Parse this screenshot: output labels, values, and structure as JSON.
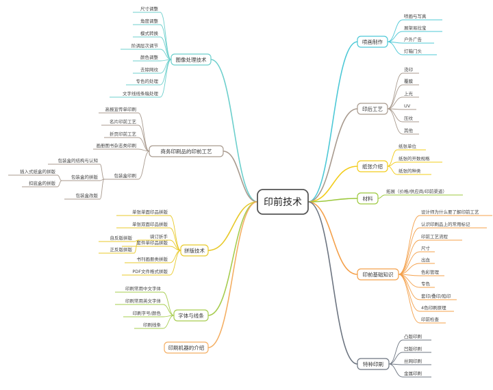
{
  "mindmap": {
    "central": "印前技术",
    "branches": [
      {
        "key": "tuxiang",
        "label": "图像处理技术",
        "color": "#6ccfcc",
        "items": [
          "尺寸调整",
          "角度调整",
          "模式转换",
          "阶调层次调节",
          "颜色调整",
          "去除网纹",
          "专色的处理",
          "文字线线条稿处理"
        ]
      },
      {
        "key": "shangwu",
        "label": "商务印刷品的印前工艺",
        "color": "#a89a8e",
        "items": [
          "高报宣传单印刷",
          "名片印前工艺",
          "折页印前工艺",
          "画册图书杂志类印刷",
          "包装盒印刷"
        ],
        "sub": [
          "包装盒的结构与认知",
          "包装盒的拼版",
          "包装盒改版"
        ],
        "subsub": [
          "插入式纸盒的拼版",
          "扣底盒的拼版"
        ]
      },
      {
        "key": "pinban",
        "label": "拼版技术",
        "color": "#e8c92a",
        "items": [
          "单张单面印品拼版",
          "单张双面印品拼版",
          "骑订折手",
          "套件单印品拼版",
          "书刊画册类拼版",
          "PDF文件格式拼版"
        ],
        "sub": [
          "自反版拼版",
          "正反版拼版"
        ]
      },
      {
        "key": "ziti",
        "label": "字体与线条",
        "color": "#a6cc4e",
        "items": [
          "印刷常用中文字体",
          "印刷常用英文字体",
          "印刷字号/颜色",
          "印刷线条"
        ]
      },
      {
        "key": "jiqi",
        "label": "印刷机器的介绍",
        "color": "#f4ae62",
        "items": []
      },
      {
        "key": "penhua",
        "label": "喷画制作",
        "color": "#4cc8d6",
        "items": [
          "喷画与写真",
          "展架易拉宝",
          "户外广告",
          "灯箱门头"
        ]
      },
      {
        "key": "yinhou",
        "label": "印后工艺",
        "color": "#a89a8e",
        "items": [
          "烫印",
          "覆膜",
          "上光",
          "UV",
          "压纹",
          "其他"
        ]
      },
      {
        "key": "zhizhang",
        "label": "纸张介绍",
        "color": "#f2cc1a",
        "items": [
          "纸张单位",
          "纸张的开数规格",
          "纸张的种类"
        ]
      },
      {
        "key": "cailiao",
        "label": "材料",
        "color": "#9cc83c",
        "items": [
          "拓展（价格/供应商/印前渠道）"
        ]
      },
      {
        "key": "jichu",
        "label": "印前基础知识",
        "color": "#f4a04a",
        "items": [
          "设计师为什么要了解印前工艺",
          "认识印刷品上的常用标记",
          "印前工艺流程",
          "尺寸",
          "出血",
          "色彩管理",
          "专色",
          "套印/叠印/陷印",
          "4色印刷原理",
          "印前检查"
        ]
      },
      {
        "key": "teshu",
        "label": "特种印刷",
        "color": "#6c7480",
        "items": [
          "凸版印刷",
          "凹版印刷",
          "丝网印刷",
          "金属印刷"
        ]
      }
    ]
  }
}
